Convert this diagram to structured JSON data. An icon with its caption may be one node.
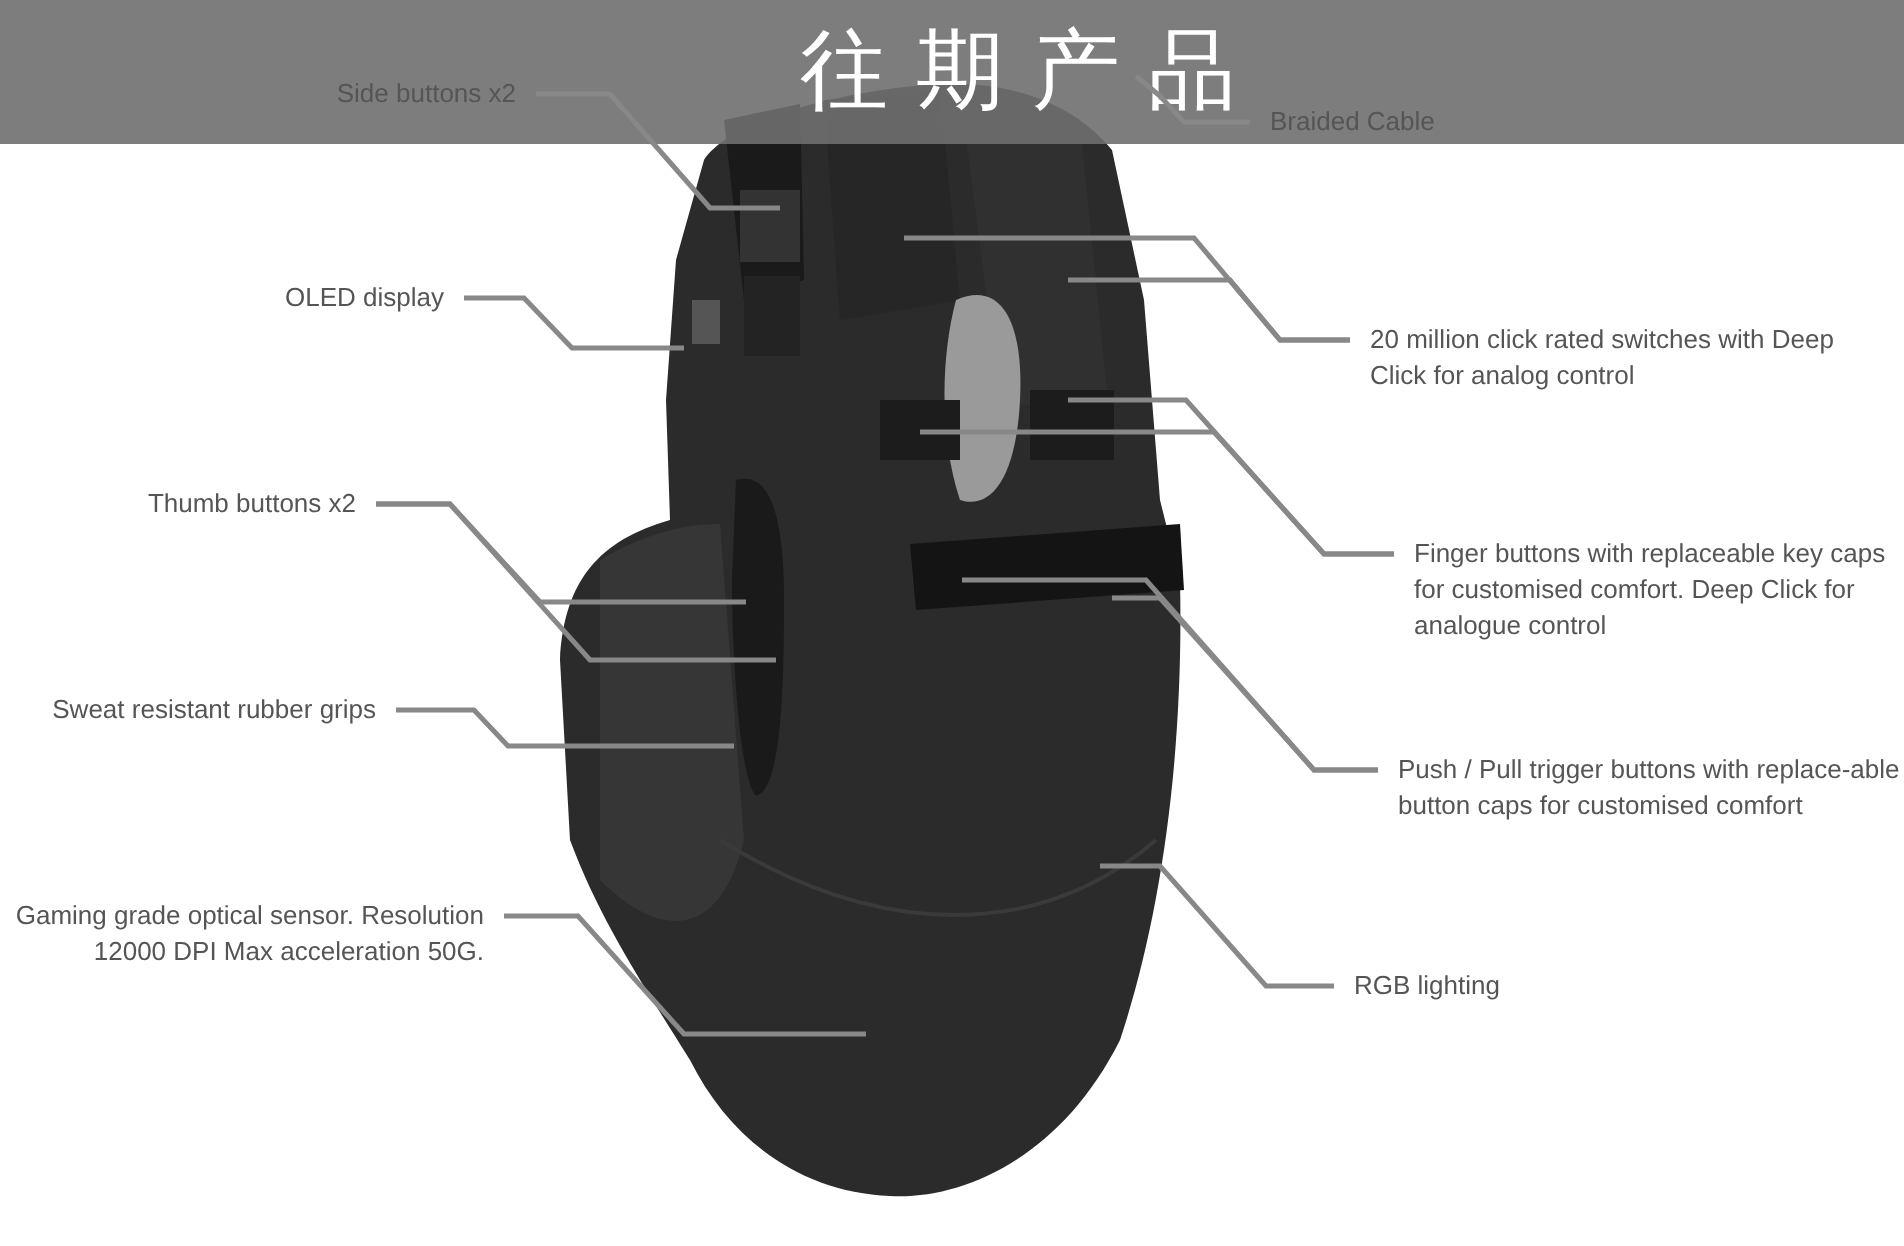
{
  "diagram": {
    "title": "往期产品",
    "nodes": [
      {
        "text": [
          "Side buttons x2"
        ]
      },
      {
        "text": [
          "Braided Cable"
        ]
      },
      {
        "text": [
          "OLED display"
        ]
      },
      {
        "text": [
          "20 million click rated switches with Deep Click for analog control"
        ]
      },
      {
        "text": [
          "Finger buttons with replaceable key caps for customised comfort. Deep Click for analogue control"
        ]
      },
      {
        "text": [
          "Thumb buttons x2"
        ]
      },
      {
        "text": [
          "Sweat resistant rubber grips"
        ]
      },
      {
        "text": [
          "Push / Pull trigger buttons with replace-able button caps for customised comfort"
        ]
      },
      {
        "text": [
          "Gaming grade optical sensor. Resolution 12000 DPI Max acceleration 50G."
        ]
      },
      {
        "text": [
          "RGB lighting"
        ]
      }
    ],
    "edges": [
      {
        "from": 0,
        "to": null,
        "arrow": "none"
      },
      {
        "from": 1,
        "to": null,
        "arrow": "none"
      },
      {
        "from": 2,
        "to": null,
        "arrow": "none"
      },
      {
        "from": 3,
        "to": null,
        "arrow": "none"
      },
      {
        "from": 3,
        "to": null,
        "arrow": "none"
      },
      {
        "from": 4,
        "to": null,
        "arrow": "none"
      },
      {
        "from": 4,
        "to": null,
        "arrow": "none"
      },
      {
        "from": 5,
        "to": null,
        "arrow": "none"
      },
      {
        "from": 5,
        "to": null,
        "arrow": "none"
      },
      {
        "from": 6,
        "to": null,
        "arrow": "none"
      },
      {
        "from": 7,
        "to": null,
        "arrow": "none"
      },
      {
        "from": 7,
        "to": null,
        "arrow": "none"
      },
      {
        "from": 8,
        "to": null,
        "arrow": "none"
      },
      {
        "from": 9,
        "to": null,
        "arrow": "none"
      }
    ]
  }
}
